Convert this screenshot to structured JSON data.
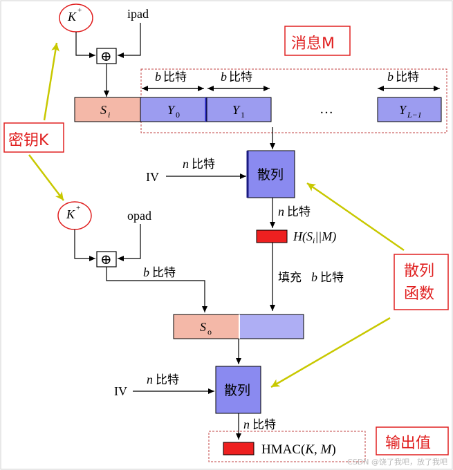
{
  "callouts": {
    "message": "消息M",
    "key": "密钥K",
    "hash_fn_line1": "散列",
    "hash_fn_line2": "函数",
    "output": "输出值"
  },
  "inputs": {
    "k_plus": "K",
    "k_sup": "+",
    "ipad": "ipad",
    "opad": "opad",
    "xor_symbol": "⊕",
    "iv": "IV"
  },
  "blocks": {
    "si_main": "S",
    "si_sub": "i",
    "y0_main": "Y",
    "y0_sub": "0",
    "y1_main": "Y",
    "y1_sub": "1",
    "ellipsis": "…",
    "yl_main": "Y",
    "yl_sub": "L−1",
    "so_main": "S",
    "so_sub": "o"
  },
  "labels": {
    "b_bits": "b",
    "n_bits": "n",
    "bits_cn": "比特",
    "pad": "填充",
    "hash": "散列",
    "inner_hash": "H(S",
    "inner_hash_sub": "i",
    "inner_hash_rest": "||M)",
    "hmac_text": "HMAC(",
    "hmac_k": "K",
    "hmac_comma": ", ",
    "hmac_m": "M",
    "hmac_close": ")"
  },
  "watermark": "CSDN @饶了我吧，放了我吧",
  "colors": {
    "callout_red": "#e02020",
    "si_fill": "#f4b8a8",
    "y_fill": "#9c9cf0",
    "hash_fill": "#8a8af0",
    "out_red": "#ee2020",
    "arrow_green": "#c8c800"
  }
}
